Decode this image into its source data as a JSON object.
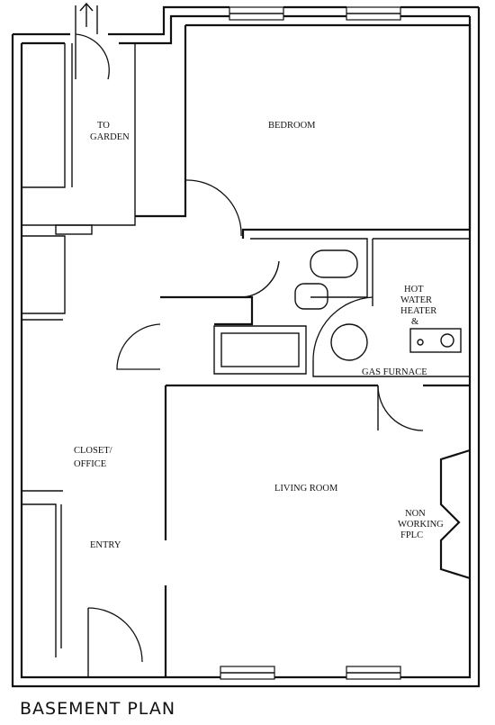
{
  "rooms": {
    "to_garden": [
      "TO",
      "GARDEN"
    ],
    "bedroom": "BEDROOM",
    "hot_water_heater": [
      "HOT",
      "WATER",
      "HEATER",
      "&"
    ],
    "gas_furnace": "GAS FURNACE",
    "closet_office": [
      "CLOSET/",
      "OFFICE"
    ],
    "living_room": "LIVING ROOM",
    "non_working_fplc": [
      "NON",
      "WORKING",
      "FPLC"
    ],
    "entry": "ENTRY"
  },
  "title": "BASEMENT PLAN"
}
